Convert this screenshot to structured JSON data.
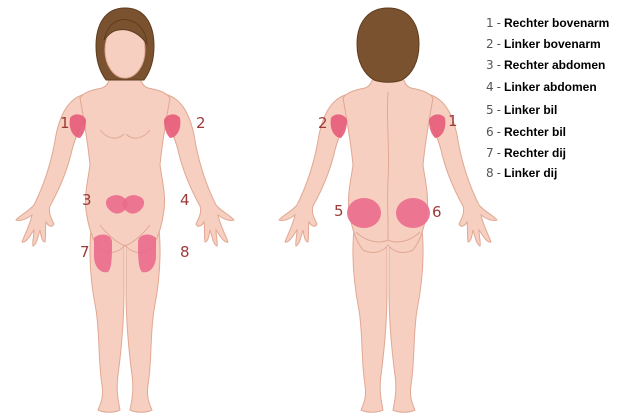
{
  "colors": {
    "skin": "#f7cfc0",
    "skin_outline": "#e0a894",
    "skin_shadow": "#efbcaa",
    "hair": "#7a5230",
    "hair_outline": "#5e3c1f",
    "injection_area": "#ea6b8c",
    "injection_area_arm": "#e65a78",
    "marker_text": "#9c3a3a"
  },
  "front_view": {
    "markers": [
      {
        "id": "1",
        "label": "1"
      },
      {
        "id": "2",
        "label": "2"
      },
      {
        "id": "3",
        "label": "3"
      },
      {
        "id": "4",
        "label": "4"
      },
      {
        "id": "7",
        "label": "7"
      },
      {
        "id": "8",
        "label": "8"
      }
    ]
  },
  "back_view": {
    "markers": [
      {
        "id": "2",
        "label": "2"
      },
      {
        "id": "1",
        "label": "1"
      },
      {
        "id": "5",
        "label": "5"
      },
      {
        "id": "6",
        "label": "6"
      }
    ]
  },
  "legend": [
    {
      "number": "1",
      "label": "Rechter bovenarm"
    },
    {
      "number": "2",
      "label": "Linker bovenarm"
    },
    {
      "number": "3",
      "label": "Rechter abdomen"
    },
    {
      "number": "4",
      "label": "Linker abdomen"
    },
    {
      "number": "5",
      "label": "Linker bil"
    },
    {
      "number": "6",
      "label": "Rechter bil"
    },
    {
      "number": "7",
      "label": "Rechter dij"
    },
    {
      "number": "8",
      "label": "Linker dij"
    }
  ]
}
